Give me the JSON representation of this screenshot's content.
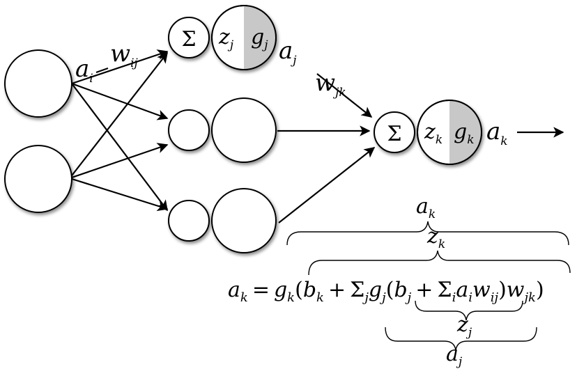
{
  "diagram": {
    "sum_symbol": "Σ",
    "input_activation": {
      "main": "a",
      "sub": "i"
    },
    "weight_ij": {
      "main": "w",
      "sub": "ij"
    },
    "hidden_pre_activation": {
      "main": "z",
      "sub": "j"
    },
    "hidden_activation_fn": {
      "main": "g",
      "sub": "j"
    },
    "hidden_activation": {
      "main": "a",
      "sub": "j"
    },
    "weight_jk": {
      "main": "w",
      "sub": "jk"
    },
    "output_pre_activation": {
      "main": "z",
      "sub": "k"
    },
    "output_activation_fn": {
      "main": "g",
      "sub": "k"
    },
    "output_activation": {
      "main": "a",
      "sub": "k"
    },
    "equation": {
      "lhs_main": "a",
      "lhs_sub": "k",
      "equals": "=",
      "g_main": "g",
      "g_sub": "k",
      "open1": "(",
      "b_main": "b",
      "b_sub": "k",
      "plus1": "+",
      "sum1": "Σ",
      "sum1_sub": "j",
      "gj_main": "g",
      "gj_sub": "j",
      "open2": "(",
      "bj_main": "b",
      "bj_sub": "j",
      "plus2": "+",
      "sum2": "Σ",
      "sum2_sub": "i",
      "ai_main": "a",
      "ai_sub": "i",
      "wij_main": "w",
      "wij_sub": "ij",
      "close2": ")",
      "wjk_main": "w",
      "wjk_sub": "jk",
      "close1": ")"
    },
    "brace_labels": {
      "top_outer": {
        "main": "a",
        "sub": "k"
      },
      "top_inner": {
        "main": "z",
        "sub": "k"
      },
      "bottom_inner": {
        "main": "z",
        "sub": "j"
      },
      "bottom_outer": {
        "main": "a",
        "sub": "j"
      }
    },
    "colors": {
      "stroke": "#000000",
      "fill": "#ffffff",
      "activation_shade": "#c8c8c8"
    }
  }
}
